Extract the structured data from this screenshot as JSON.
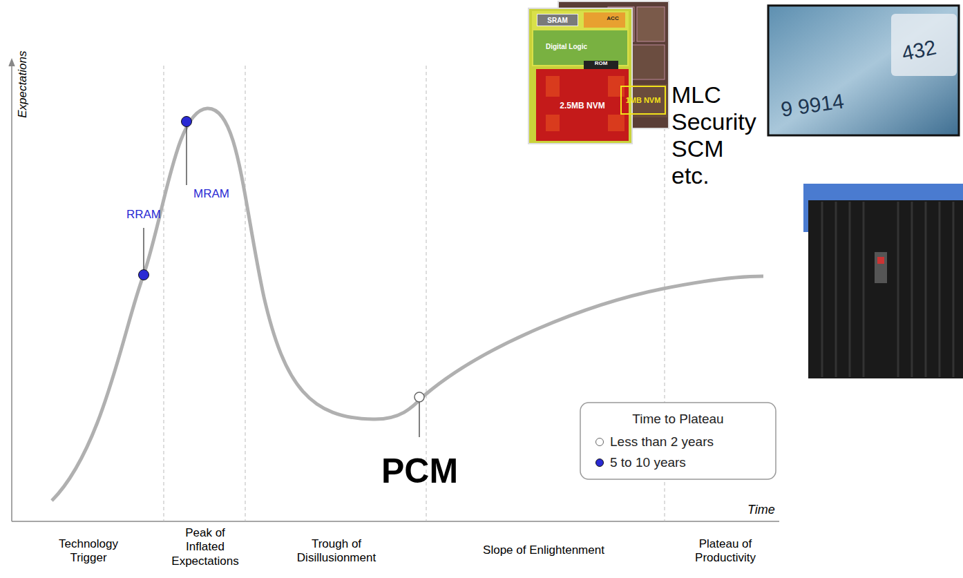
{
  "diagram": {
    "nodes": [
      {
        "text": [
          "SRAM"
        ]
      },
      {
        "text": [
          "2.5MB NVM"
        ]
      },
      {
        "text": [
          "1MB NVM"
        ]
      }
    ],
    "labels": [
      "Expectations",
      "Time",
      "RRAM",
      "MRAM",
      "PCM",
      "MLC Security SCM etc.",
      "Technology Trigger",
      "Peak of Inflated Expectations",
      "Trough of Disillusionment",
      "Slope of Enlightenment",
      "Plateau of Productivity",
      "Time to Plateau",
      "Digital Logic",
      "ROM",
      "ACC",
      "9 9914",
      "432"
    ],
    "legend": [
      {
        "text": "Less than 2 years"
      },
      {
        "text": "5 to 10 years",
        "color": "#2a2ad4"
      }
    ]
  }
}
